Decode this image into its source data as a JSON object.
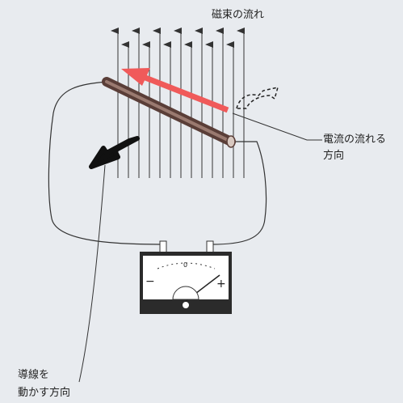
{
  "labels": {
    "magnetic_flux": "磁束の流れ",
    "current_direction_line1": "電流の流れる",
    "current_direction_line2": "方向",
    "move_direction_line1": "導線を",
    "move_direction_line2": "動かす方向"
  },
  "meter": {
    "scale_zero": "0",
    "minus_sign": "−",
    "plus_sign": "+"
  },
  "colors": {
    "background": "#e8ebef",
    "current_arrow": "#f05a5a",
    "conductor": "#7a5a52",
    "line": "#333333",
    "meter_face": "#ffffff",
    "meter_body": "#2b2b2b"
  }
}
